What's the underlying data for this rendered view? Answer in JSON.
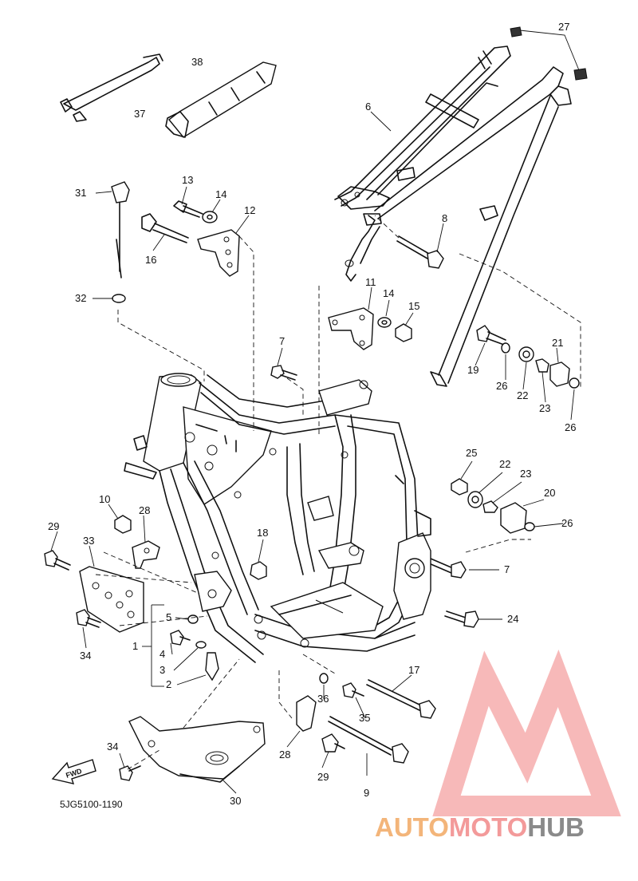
{
  "diagram_code": "5JG5100-1190",
  "fwd_label": "FWD",
  "watermark": {
    "part1": "AUTO",
    "part2": "MOTO",
    "part3": "HUB"
  },
  "callouts": {
    "c1": "1",
    "c2": "2",
    "c3": "3",
    "c4": "4",
    "c5": "5",
    "c6": "6",
    "c7a": "7",
    "c7b": "7",
    "c8": "8",
    "c9": "9",
    "c10": "10",
    "c11": "11",
    "c12": "12",
    "c13": "13",
    "c14a": "14",
    "c14b": "14",
    "c15": "15",
    "c16": "16",
    "c17": "17",
    "c18": "18",
    "c19": "19",
    "c20": "20",
    "c21": "21",
    "c22a": "22",
    "c22b": "22",
    "c23a": "23",
    "c23b": "23",
    "c24": "24",
    "c25": "25",
    "c26a": "26",
    "c26b": "26",
    "c26c": "26",
    "c27": "27",
    "c28a": "28",
    "c28b": "28",
    "c29a": "29",
    "c29b": "29",
    "c30": "30",
    "c31": "31",
    "c32": "32",
    "c33": "33",
    "c34a": "34",
    "c34b": "34",
    "c35": "35",
    "c36": "36",
    "c37": "37",
    "c38": "38"
  },
  "colors": {
    "line": "#111111",
    "logo_red": "#f08080",
    "logo_orange": "#f3b57a",
    "logo_gray": "#8a8a8a"
  }
}
